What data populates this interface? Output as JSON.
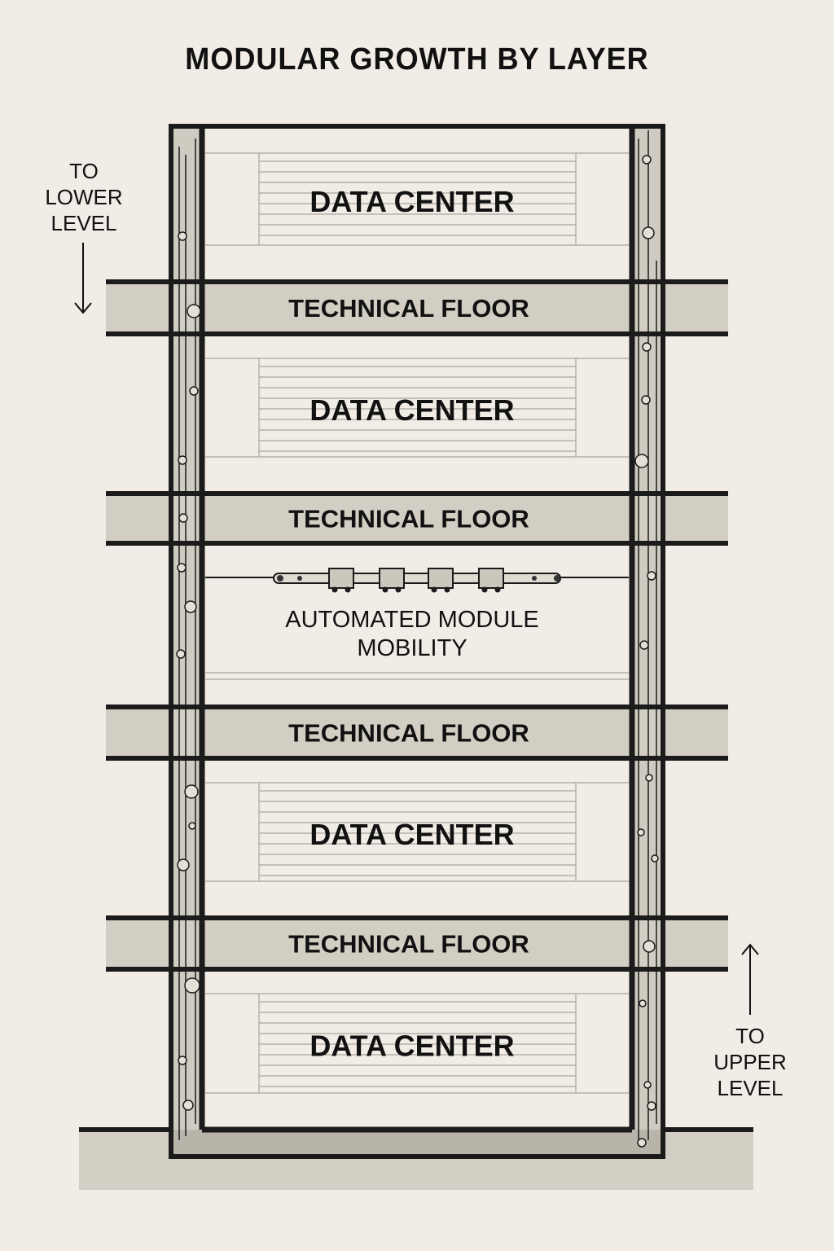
{
  "title": "MODULAR GROWTH BY LAYER",
  "side_labels": {
    "left": {
      "lines": [
        "TO",
        "LOWER",
        "LEVEL"
      ],
      "arrow": "arrow-down"
    },
    "right": {
      "lines": [
        "TO",
        "UPPER",
        "LEVEL"
      ],
      "arrow": "arrow-up"
    }
  },
  "layers": [
    {
      "type": "data-center",
      "label": "DATA CENTER"
    },
    {
      "type": "technical-floor",
      "label": "TECHNICAL FLOOR"
    },
    {
      "type": "data-center",
      "label": "DATA CENTER"
    },
    {
      "type": "technical-floor",
      "label": "TECHNICAL FLOOR"
    },
    {
      "type": "mobility",
      "label_lines": [
        "AUTOMATED MODULE",
        "MOBILITY"
      ],
      "module_count": 4
    },
    {
      "type": "technical-floor",
      "label": "TECHNICAL FLOOR"
    },
    {
      "type": "data-center",
      "label": "DATA CENTER"
    },
    {
      "type": "technical-floor",
      "label": "TECHNICAL FLOOR"
    },
    {
      "type": "data-center",
      "label": "DATA CENTER"
    }
  ],
  "colors": {
    "background": "#f1ede6",
    "band": "#d2cec3",
    "line": "#1b1b1b",
    "shaft": "#c9c5ba"
  }
}
